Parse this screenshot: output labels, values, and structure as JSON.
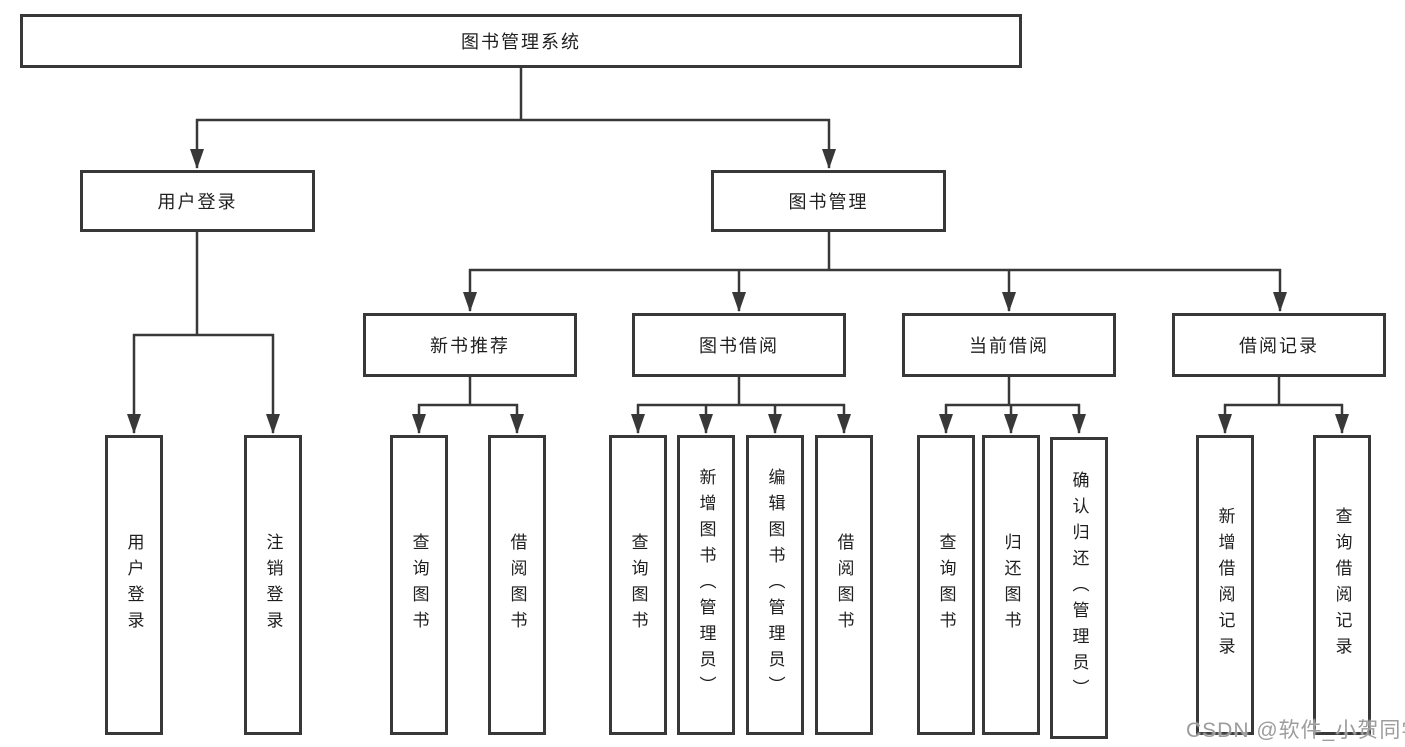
{
  "diagram": {
    "type": "hierarchy-tree",
    "colors": {
      "line": "#383838",
      "box_border": "#383838",
      "box_background": "#ffffff",
      "text": "#1f1f1f",
      "watermark": "#9d9d9d"
    }
  },
  "tree": {
    "root": "图书管理系统",
    "branches": [
      {
        "label": "用户登录",
        "leaves": [
          "用户登录",
          "注销登录"
        ]
      },
      {
        "label": "图书管理",
        "groups": [
          {
            "label": "新书推荐",
            "leaves": [
              "查询图书",
              "借阅图书"
            ]
          },
          {
            "label": "图书借阅",
            "leaves": [
              "查询图书",
              "新增图书（管理员）",
              "编辑图书（管理员）",
              "借阅图书"
            ]
          },
          {
            "label": "当前借阅",
            "leaves": [
              "查询图书",
              "归还图书",
              "确认归还（管理员）"
            ]
          },
          {
            "label": "借阅记录",
            "leaves": [
              "新增借阅记录",
              "查询借阅记录"
            ]
          }
        ]
      }
    ]
  },
  "watermark": {
    "text": "CSDN @软件_小贺同学"
  }
}
